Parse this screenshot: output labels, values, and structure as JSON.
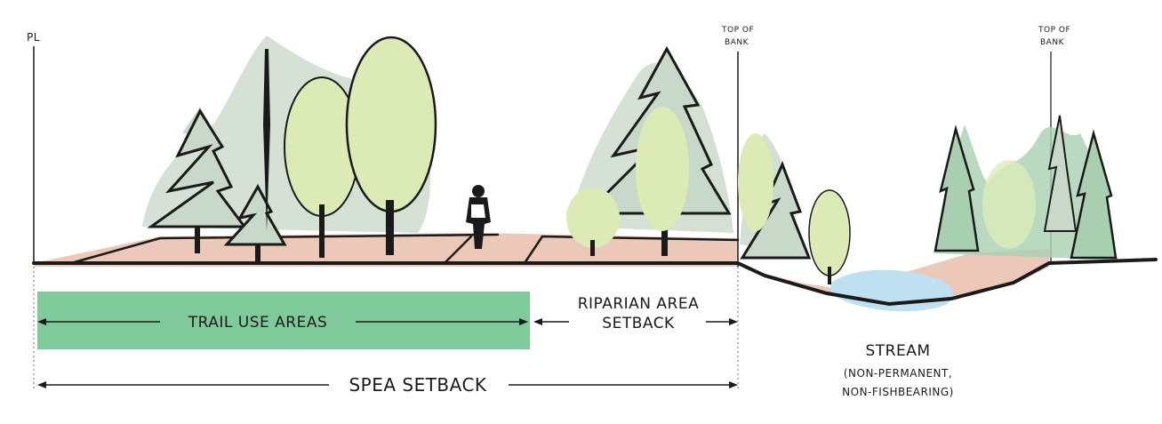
{
  "labels": {
    "property_line": "PL",
    "top_of_bank_left": [
      "TOP OF",
      "BANK"
    ],
    "top_of_bank_right": [
      "TOP OF",
      "BANK"
    ],
    "trail_use_areas": "TRAIL USE AREAS",
    "riparian_setback": [
      "RIPARIAN AREA",
      "SETBACK"
    ],
    "spea_setback": "SPEA SETBACK",
    "stream": [
      "STREAM",
      "(NON-PERMANENT,",
      "NON-FISHBEARING)"
    ]
  },
  "colors": {
    "ground_fill": "#ecc8b8",
    "trail_band": "#7fc99a",
    "water": "#bfe0f0",
    "tree_light_green": "#dcebb6",
    "tree_grey_green": "#c9d9c9",
    "tree_sage": "#a9cfb1",
    "ink": "#1a1a1a"
  }
}
